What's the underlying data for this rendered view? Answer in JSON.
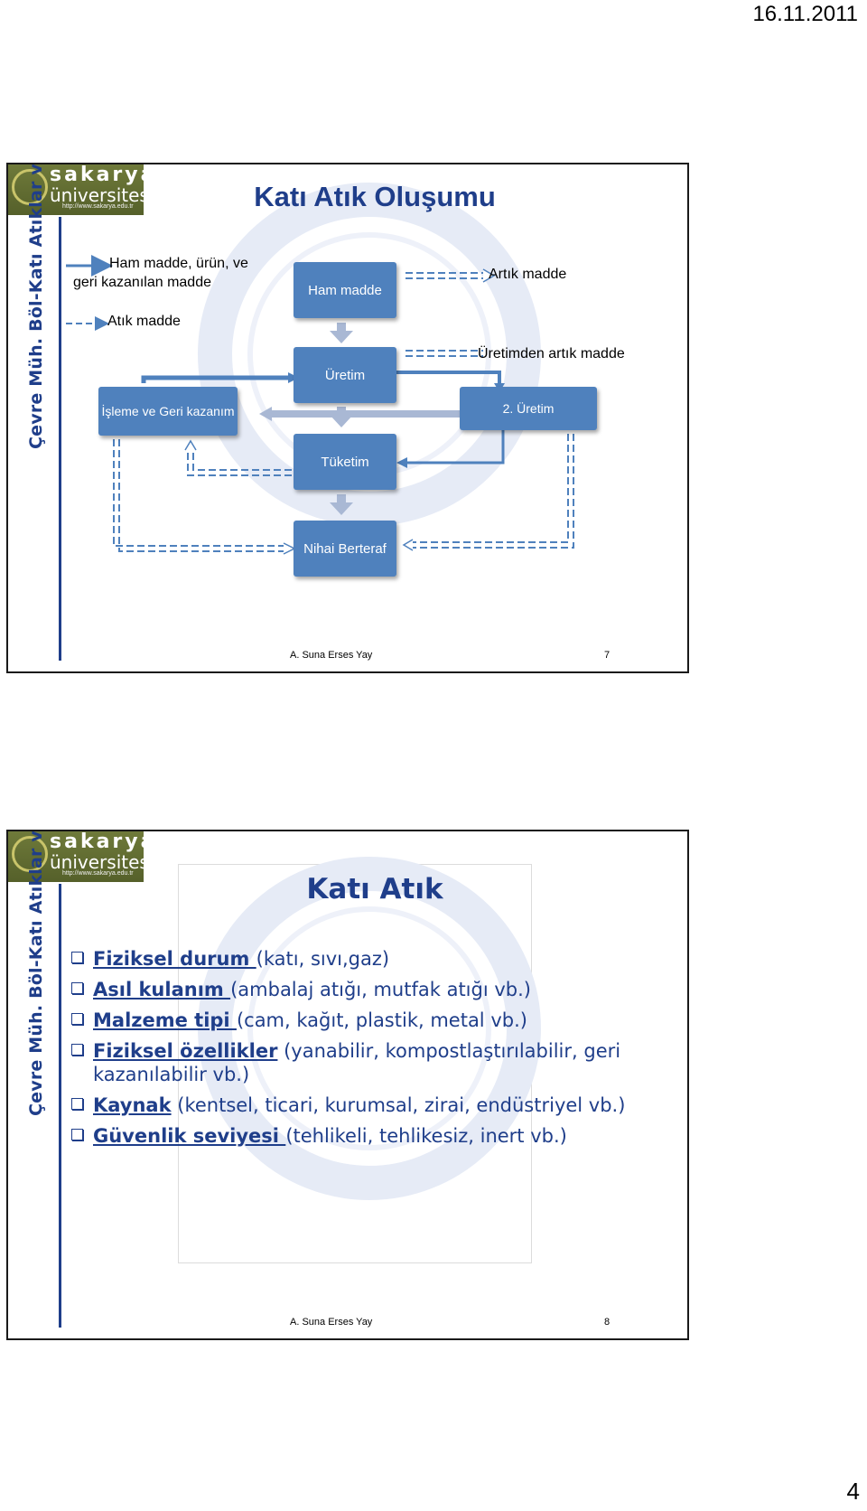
{
  "page": {
    "date": "16.11.2011",
    "number": "4"
  },
  "logo": {
    "line1": "sakarya",
    "line2": "üniversitesi",
    "url": "http://www.sakarya.edu.tr"
  },
  "sidebar_text": "Çevre Müh. Böl-Katı Atıklar ve Kontrolü",
  "slide1": {
    "title": "Katı Atık Oluşumu",
    "legend": {
      "solid_line1": "Ham madde, ürün, ve",
      "solid_line2": "geri kazanılan madde",
      "dashed": "Atık madde"
    },
    "boxes": {
      "raw": "Ham madde",
      "production": "Üretim",
      "consumption": "Tüketim",
      "disposal": "Nihai Berteraf",
      "recovery": "İşleme ve Geri kazanım",
      "second": "2. Üretim"
    },
    "labels": {
      "waste": "Artık madde",
      "production_waste": "Üretimden artık madde"
    },
    "footer": {
      "author": "A. Suna Erses Yay",
      "number": "7"
    }
  },
  "slide2": {
    "title": "Katı Atık",
    "items": [
      {
        "term": "Fiziksel durum ",
        "text": "(katı, sıvı,gaz)"
      },
      {
        "term": "Asıl kulanım ",
        "text": "(ambalaj atığı, mutfak atığı vb.)"
      },
      {
        "term": "Malzeme tipi ",
        "text": "(cam, kağıt, plastik, metal vb.)"
      },
      {
        "term": "Fiziksel özellikler",
        "text": " (yanabilir, kompostlaştırılabilir, geri kazanılabilir vb.)"
      },
      {
        "term": "Kaynak",
        "text": " (kentsel, ticari, kurumsal, zirai, endüstriyel vb.)"
      },
      {
        "term": "Güvenlik seviyesi ",
        "text": "(tehlikeli, tehlikesiz, inert vb.)"
      }
    ],
    "footer": {
      "author": "A. Suna Erses Yay",
      "number": "8"
    }
  },
  "colors": {
    "accent": "#1f3e8a",
    "box": "#4f81bd"
  }
}
